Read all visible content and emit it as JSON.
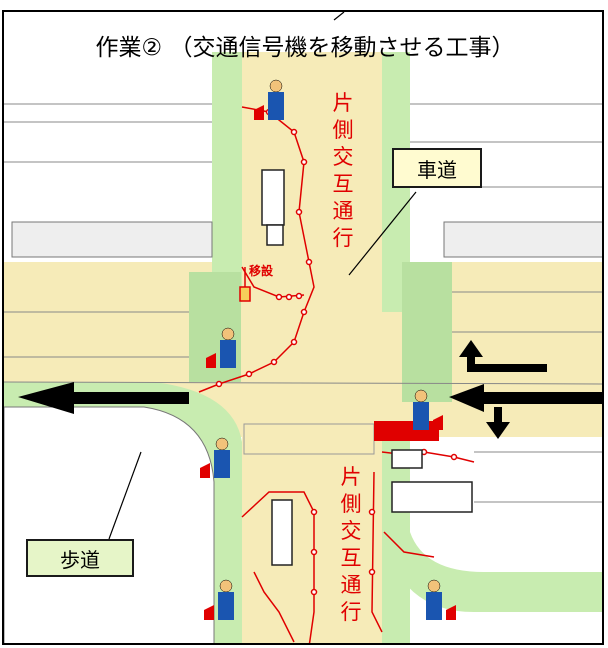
{
  "title": "作業② （交通信号機を移動させる工事）",
  "labels": {
    "roadway": "車道",
    "sidewalk": "歩道",
    "relocation": "移設",
    "one_way_top": "片側交互通行",
    "one_way_bottom": "片側交互通行"
  },
  "colors": {
    "road": "#f6ebb8",
    "sidewalk": "#c8ecb0",
    "crosswalk": "#b8e0a0",
    "accent_red": "#e00000",
    "label_roadway_bg": "#fffbd0",
    "label_sidewalk_bg": "#e6f5c8",
    "flagger_body": "#1a55b0"
  },
  "icons": [
    "flagger-icon",
    "arrow-left-icon",
    "arrow-turn-icon",
    "construction-vehicle-icon",
    "traffic-cone-icon",
    "signal-pole-icon"
  ]
}
